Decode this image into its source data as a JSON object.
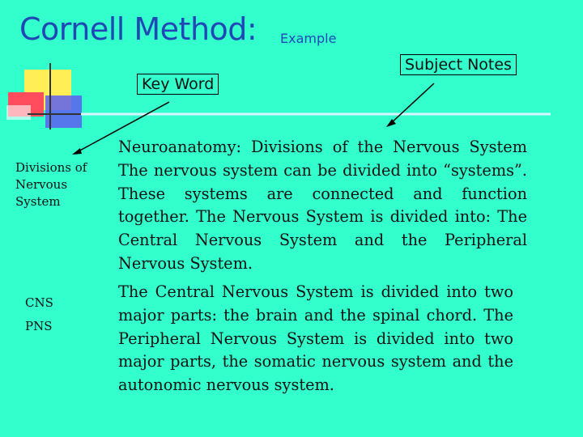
{
  "header": {
    "title": "Cornell Method:",
    "subtitle": "Example"
  },
  "labels": {
    "key_word": "Key Word",
    "subject_notes": "Subject Notes"
  },
  "cues": {
    "main": "Divisions of Nervous System",
    "cns": "CNS",
    "pns": "PNS"
  },
  "notes": {
    "paragraph_1": "Neuroanatomy: Divisions of the Nervous System The nervous system can be divided into “systems”. These systems are connected and function together. The Nervous System is divided into: The Central Nervous System and the Peripheral Nervous System.",
    "paragraph_2": "The Central Nervous System is divided into two major parts: the brain and the spinal chord. The Peripheral Nervous System is divided into two major parts, the somatic nervous system and the autonomic nervous system."
  },
  "colors": {
    "background": "#33ffcc",
    "title": "#1f48b5",
    "accent_rule": "#d8f5ff"
  }
}
